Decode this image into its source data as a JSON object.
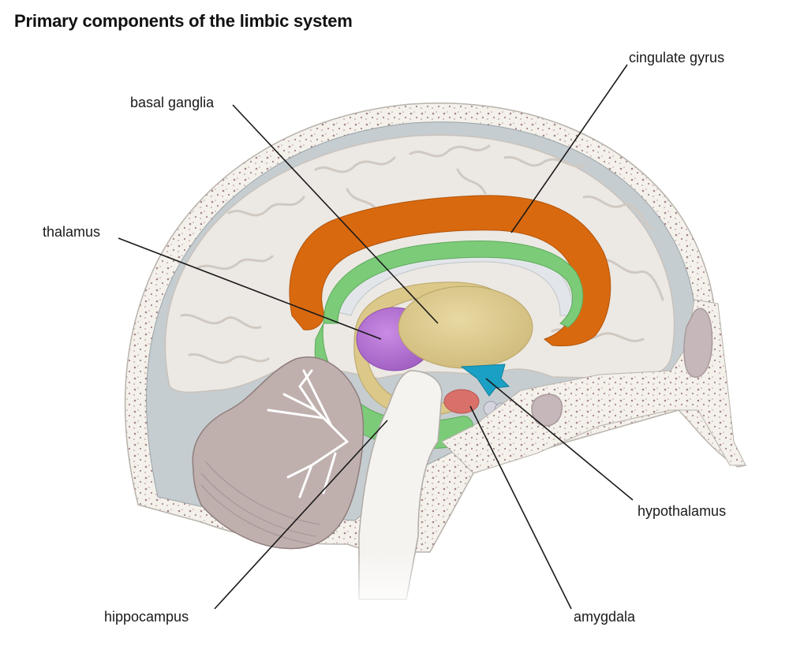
{
  "title": "Primary components of the limbic system",
  "labels": {
    "cingulate_gyrus": "cingulate gyrus",
    "basal_ganglia": "basal ganglia",
    "thalamus": "thalamus",
    "hypothalamus": "hypothalamus",
    "hippocampus": "hippocampus",
    "amygdala": "amygdala"
  },
  "colors": {
    "cingulate_gyrus": "#D9690F",
    "basal_ganglia": "#DCC98A",
    "thalamus": "#B06ED0",
    "hypothalamus": "#1AA0C4",
    "hippocampus": "#7CCB79",
    "amygdala": "#D9706A",
    "brain": "#ECE8E3",
    "cerebellum": "#BFB0AE",
    "skull": "#F4F1EB",
    "meninges": "#C6CDD0"
  }
}
